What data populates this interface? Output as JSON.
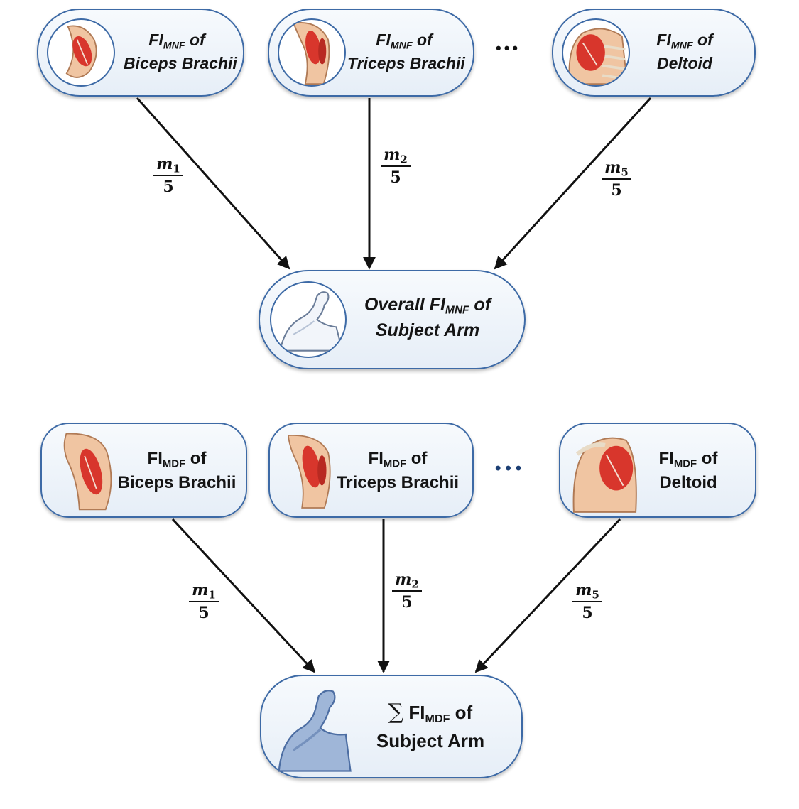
{
  "diagram": {
    "top": {
      "nodes": [
        {
          "prefix": "FI",
          "sub": "MNF",
          "suffix": " of",
          "line2": "Biceps Brachii",
          "icon": "biceps-icon"
        },
        {
          "prefix": "FI",
          "sub": "MNF",
          "suffix": " of",
          "line2": "Triceps Brachii",
          "icon": "triceps-icon"
        },
        {
          "prefix": "FI",
          "sub": "MNF",
          "suffix": " of",
          "line2": "Deltoid",
          "icon": "deltoid-icon"
        }
      ],
      "ellipsis": "•••",
      "weights": [
        {
          "num": "m",
          "num_sub": "1",
          "den": "5"
        },
        {
          "num": "m",
          "num_sub": "2",
          "den": "5"
        },
        {
          "num": "m",
          "num_sub": "5",
          "den": "5"
        }
      ],
      "result": {
        "line1_prefix": "Overall FI",
        "sub": "MNF",
        "suffix": " of",
        "line2": "Subject Arm",
        "icon": "flexed-arm-icon"
      }
    },
    "bottom": {
      "nodes": [
        {
          "prefix": "FI",
          "sub": "MDF",
          "suffix": " of",
          "line2": "Biceps Brachii",
          "icon": "biceps-icon"
        },
        {
          "prefix": "FI",
          "sub": "MDF",
          "suffix": " of",
          "line2": "Triceps Brachii",
          "icon": "triceps-icon"
        },
        {
          "prefix": "FI",
          "sub": "MDF",
          "suffix": " of",
          "line2": "Deltoid",
          "icon": "deltoid-icon"
        }
      ],
      "ellipsis": "•••",
      "weights": [
        {
          "num": "m",
          "num_sub": "1",
          "den": "5"
        },
        {
          "num": "m",
          "num_sub": "2",
          "den": "5"
        },
        {
          "num": "m",
          "num_sub": "5",
          "den": "5"
        }
      ],
      "result": {
        "sigma": "∑",
        "line1_prefix": " FI",
        "sub": "MDF",
        "suffix": " of",
        "line2": "Subject Arm",
        "icon": "flexed-arm-icon"
      }
    },
    "colors": {
      "border": "#3d6aa6",
      "fill": "#eaf1f8",
      "muscle_red": "#d8362c",
      "arrow": "#111111"
    }
  }
}
